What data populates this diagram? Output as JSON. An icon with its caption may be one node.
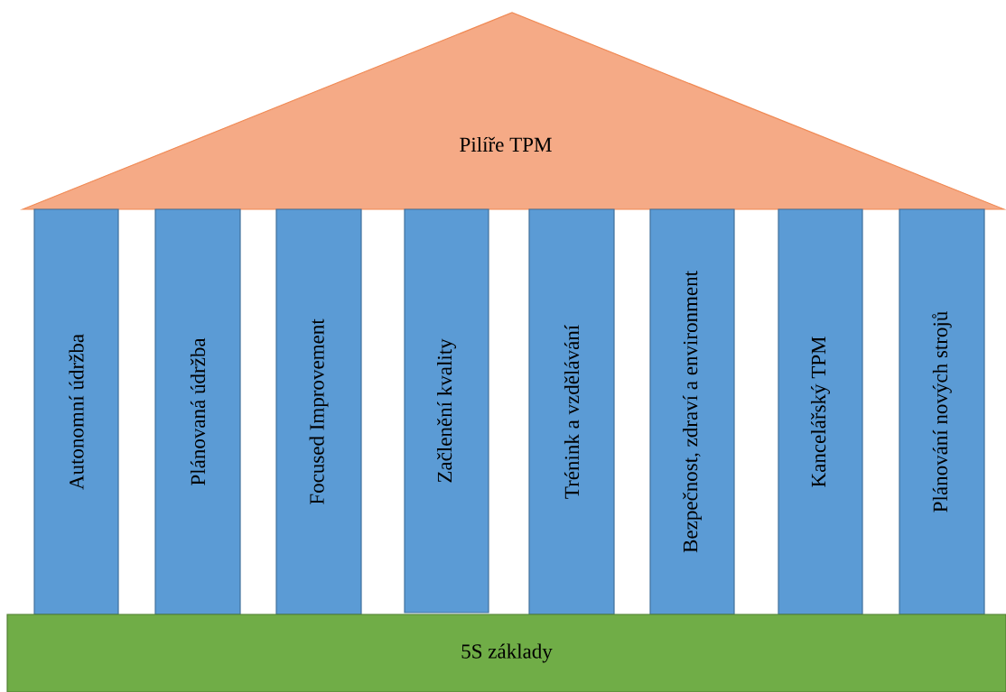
{
  "diagram": {
    "nodes": [
      {
        "text": [
          "Pilíře TPM"
        ]
      },
      {
        "text": [
          "Autonomní údržba"
        ]
      },
      {
        "text": [
          "Plánovaná údržba"
        ]
      },
      {
        "text": [
          "Focused Improvement"
        ]
      },
      {
        "text": [
          "Začlenění kvality"
        ]
      },
      {
        "text": [
          "Trénink a vzdělávání"
        ]
      },
      {
        "text": [
          "Bezpečnost, zdraví a environment"
        ]
      },
      {
        "text": [
          "Kancelářský TPM"
        ]
      },
      {
        "text": [
          "Plánování nových strojů"
        ]
      },
      {
        "text": [
          "5S základy"
        ]
      }
    ]
  }
}
